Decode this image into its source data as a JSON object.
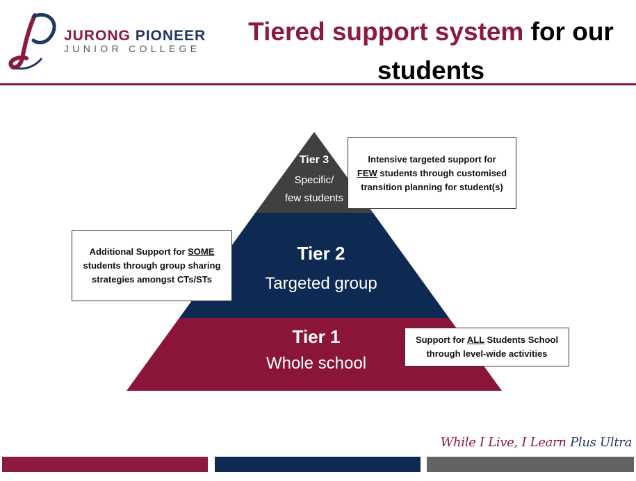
{
  "logo": {
    "line1a": "JURONG",
    "line1b": "PIONEER",
    "line2": "JUNIOR COLLEGE"
  },
  "title": {
    "highlight": "Tiered support system",
    "rest": " for our",
    "line2": "students"
  },
  "tiers": [
    {
      "name": "Tier 3",
      "desc1": "Specific/",
      "desc2": "few students",
      "color": "#404040"
    },
    {
      "name": "Tier 2",
      "desc1": "Targeted group",
      "color": "#0f2a52"
    },
    {
      "name": "Tier 1",
      "desc1": "Whole school",
      "color": "#8b1538"
    }
  ],
  "callouts": {
    "tier3": {
      "pre": "Intensive targeted support  for",
      "em": "FEW",
      "post": " students through customised transition planning for student(s)"
    },
    "tier2": {
      "pre": "Additional Support for ",
      "em": "SOME",
      "post": " students through group sharing strategies amongst CTs/STs"
    },
    "tier1": {
      "pre": "Support for ",
      "em": "ALL",
      "post": " Students School through level-wide activities"
    }
  },
  "motto": {
    "part1": "While I Live, I Learn ",
    "part2": "Plus Ultra"
  },
  "colors": {
    "maroon": "#8b1a3c",
    "navy": "#0f2a52",
    "grey": "#636363"
  }
}
